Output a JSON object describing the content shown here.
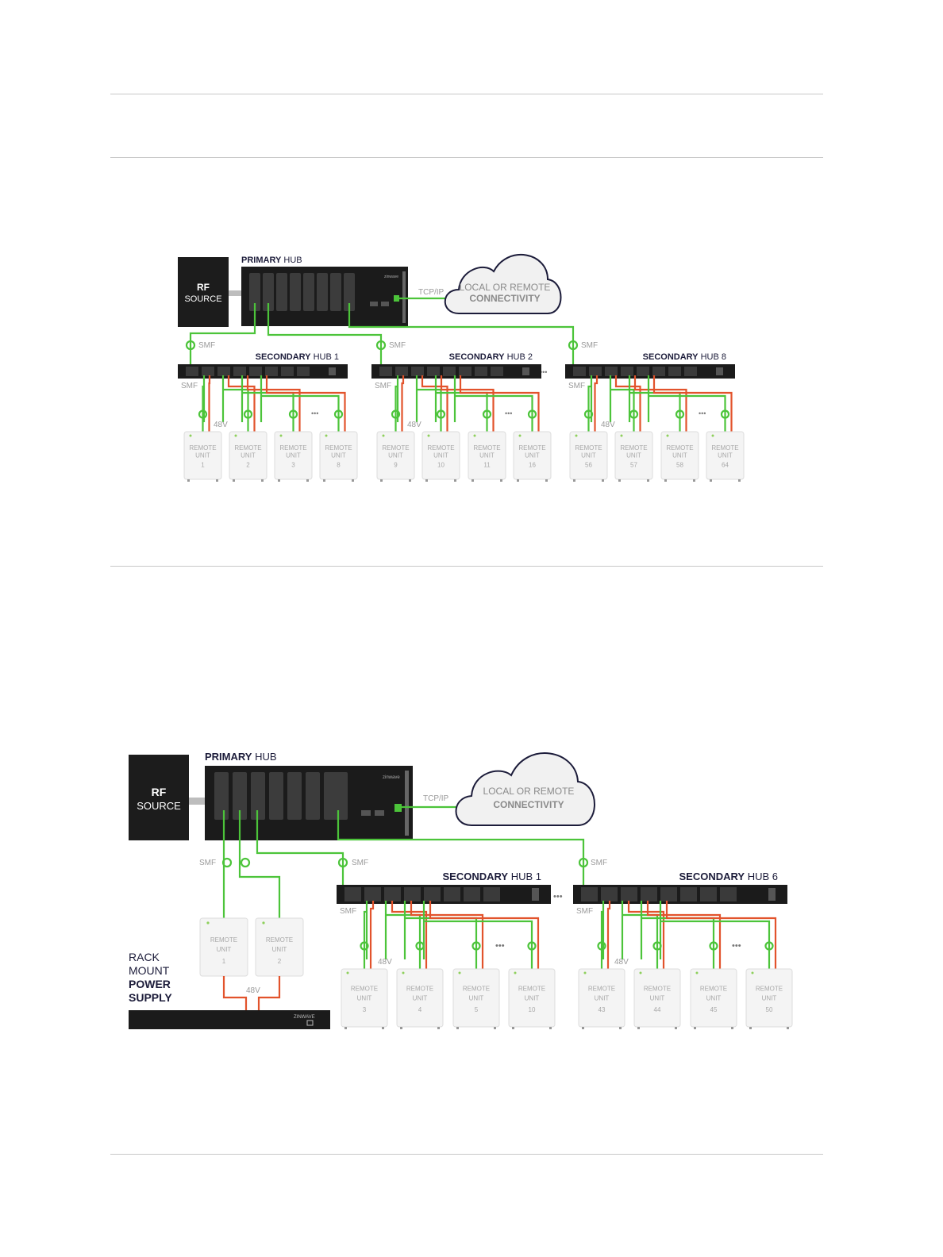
{
  "diagram1": {
    "rf_source": {
      "line1": "RF",
      "line2": "SOURCE"
    },
    "primary_hub": {
      "bold": "PRIMARY",
      "rest": " HUB"
    },
    "tcpip": "TCP/IP",
    "cloud": {
      "line1": "LOCAL OR REMOTE",
      "line2": "CONNECTIVITY"
    },
    "smf": "SMF",
    "v48": "48V",
    "ellipsis": "•••",
    "secondary_hubs": [
      {
        "bold": "SECONDARY",
        "rest": " HUB 1"
      },
      {
        "bold": "SECONDARY",
        "rest": " HUB 2"
      },
      {
        "bold": "SECONDARY",
        "rest": " HUB 8"
      }
    ],
    "remote_label": {
      "line1": "REMOTE",
      "line2": "UNIT"
    },
    "remote_numbers": [
      "1",
      "2",
      "3",
      "8",
      "9",
      "10",
      "11",
      "16",
      "56",
      "57",
      "58",
      "64"
    ]
  },
  "diagram2": {
    "rf_source": {
      "line1": "RF",
      "line2": "SOURCE"
    },
    "primary_hub": {
      "bold": "PRIMARY",
      "rest": " HUB"
    },
    "tcpip": "TCP/IP",
    "cloud": {
      "line1": "LOCAL OR REMOTE",
      "line2": "CONNECTIVITY"
    },
    "smf": "SMF",
    "v48": "48V",
    "ellipsis": "•••",
    "secondary_hubs": [
      {
        "bold": "SECONDARY",
        "rest": " HUB 1"
      },
      {
        "bold": "SECONDARY",
        "rest": " HUB 6"
      }
    ],
    "remote_label": {
      "line1": "REMOTE",
      "line2": "UNIT"
    },
    "direct_remote_numbers": [
      "1",
      "2"
    ],
    "remote_numbers": [
      "3",
      "4",
      "5",
      "10",
      "43",
      "44",
      "45",
      "50"
    ],
    "rack": {
      "line1": "RACK",
      "line2": "MOUNT",
      "line3": "POWER",
      "line4": "SUPPLY"
    },
    "brand": "ZINWAVE"
  },
  "colors": {
    "fiber": "#4cc43a",
    "power": "#e2532c",
    "device": "#1b1b1b"
  }
}
